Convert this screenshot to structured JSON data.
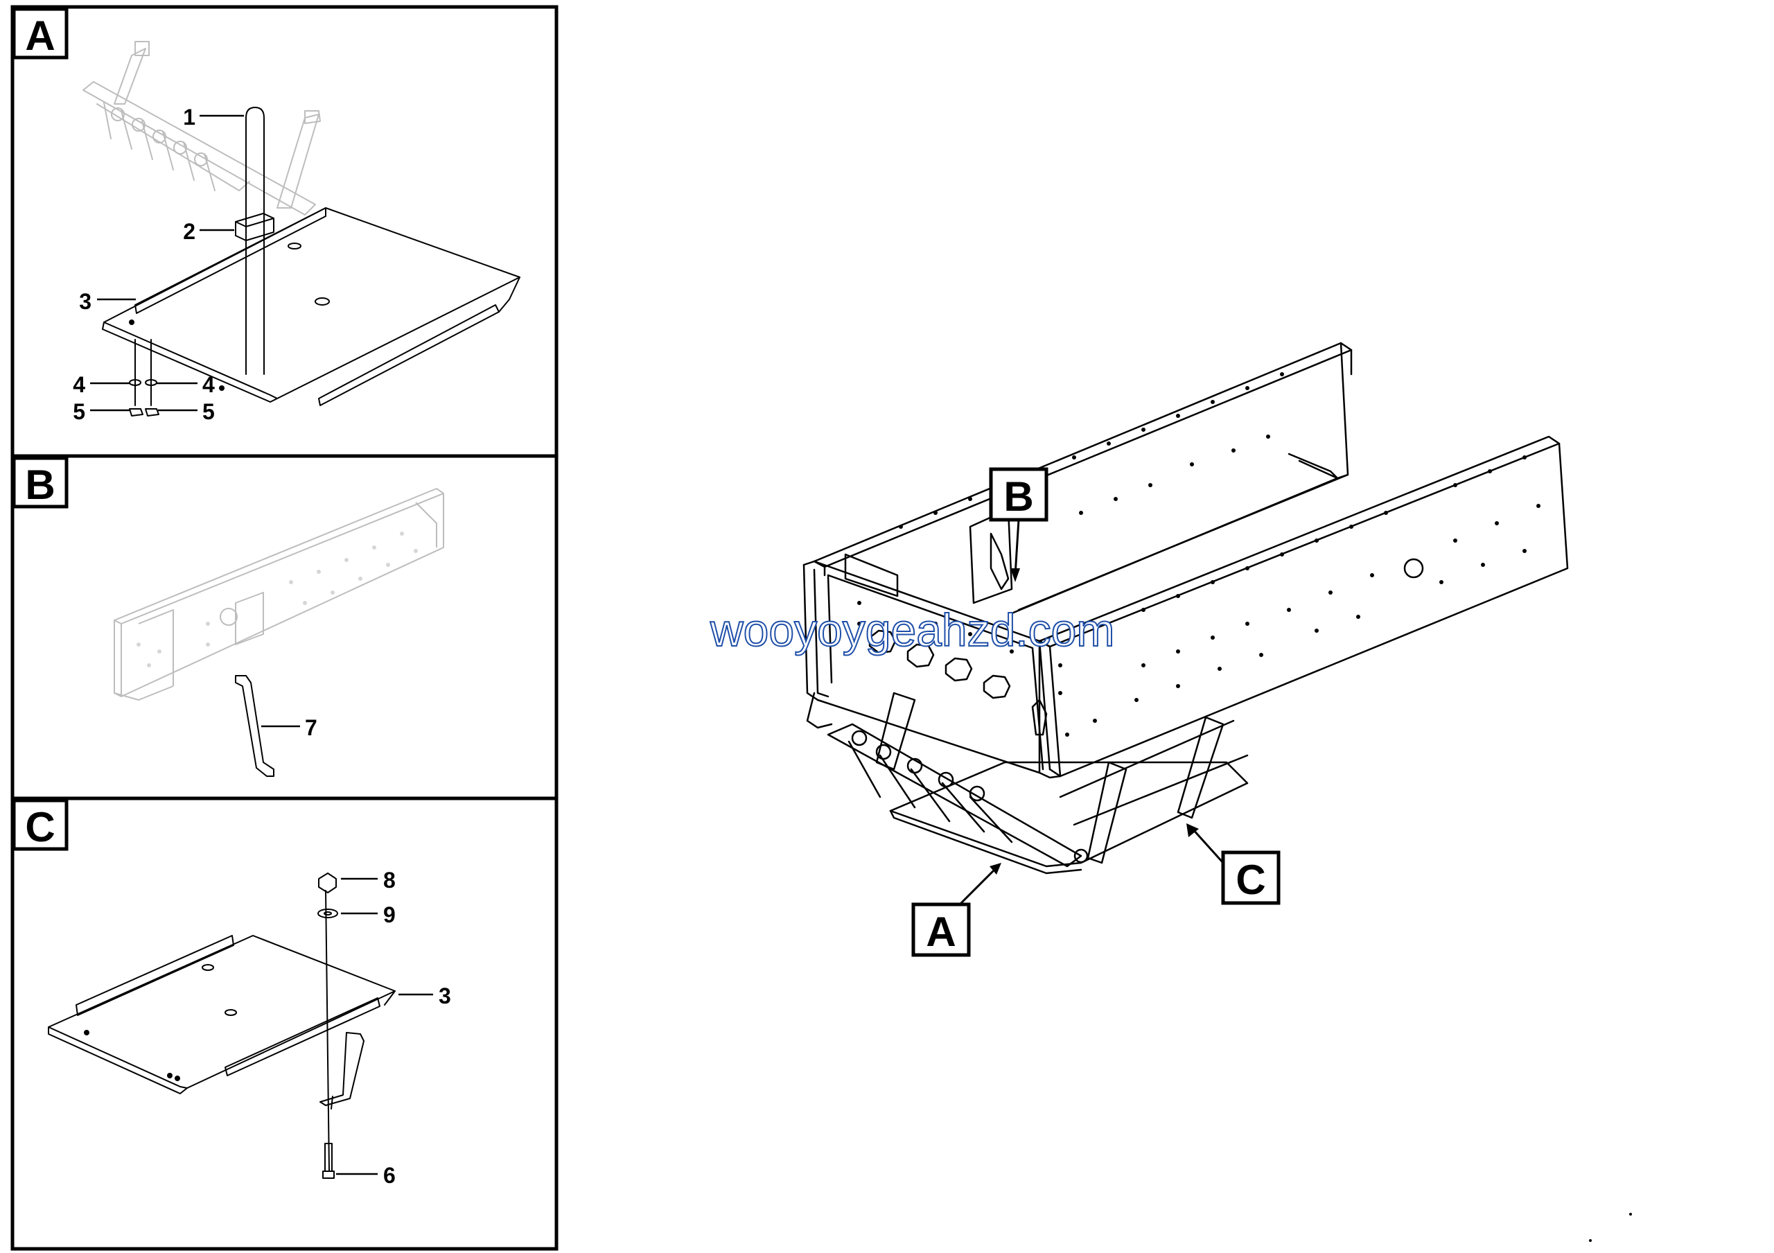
{
  "panels": [
    {
      "id": "A",
      "letter": "A"
    },
    {
      "id": "B",
      "letter": "B"
    },
    {
      "id": "C",
      "letter": "C"
    }
  ],
  "callouts": {
    "A": [
      "1",
      "2",
      "3",
      "4",
      "4",
      "5",
      "5"
    ],
    "B": [
      "7"
    ],
    "C": [
      "8",
      "9",
      "3",
      "6"
    ]
  },
  "main_view_labels": [
    "B",
    "A",
    "C"
  ],
  "watermark": "wooyoygeahzd.com",
  "colors": {
    "line": "#000000",
    "watermark": "#1f4fa8",
    "faded": "#bdbdbd"
  }
}
